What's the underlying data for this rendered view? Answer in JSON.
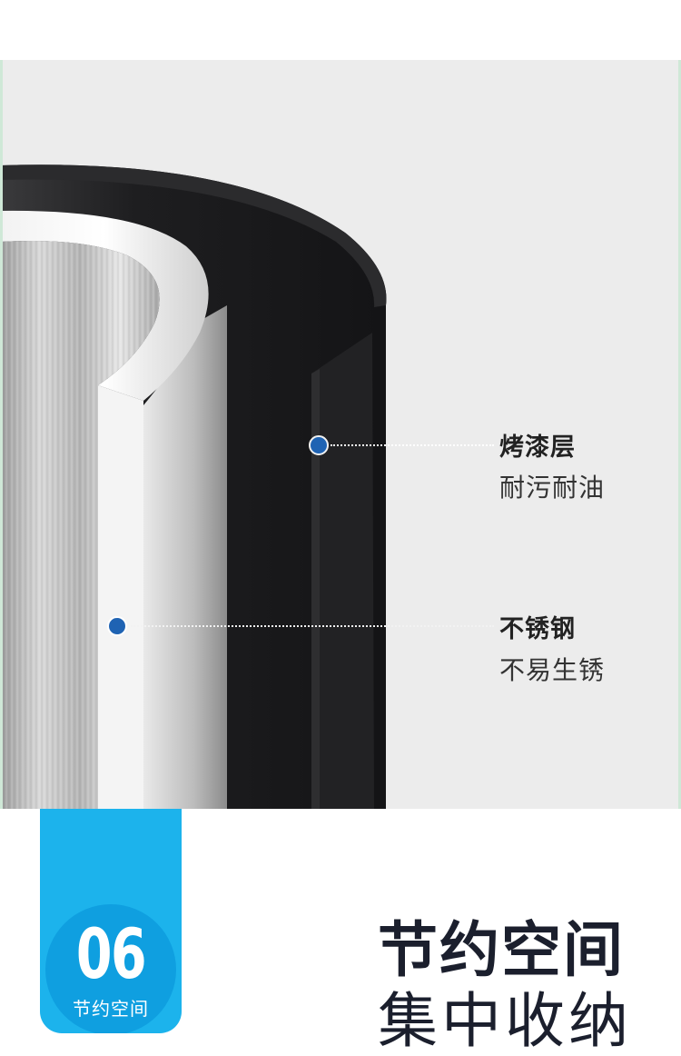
{
  "callouts": [
    {
      "title": "烤漆层",
      "desc": "耐污耐油"
    },
    {
      "title": "不锈钢",
      "desc": "不易生锈"
    }
  ],
  "badge": {
    "number": "06",
    "label": "节约空间"
  },
  "section": {
    "title": "节约空间",
    "subtitle": "集中收纳"
  },
  "colors": {
    "accent": "#1cb3ec",
    "dot": "#1f63b3",
    "coating": "#1c1c1e",
    "background": "#ececec"
  }
}
